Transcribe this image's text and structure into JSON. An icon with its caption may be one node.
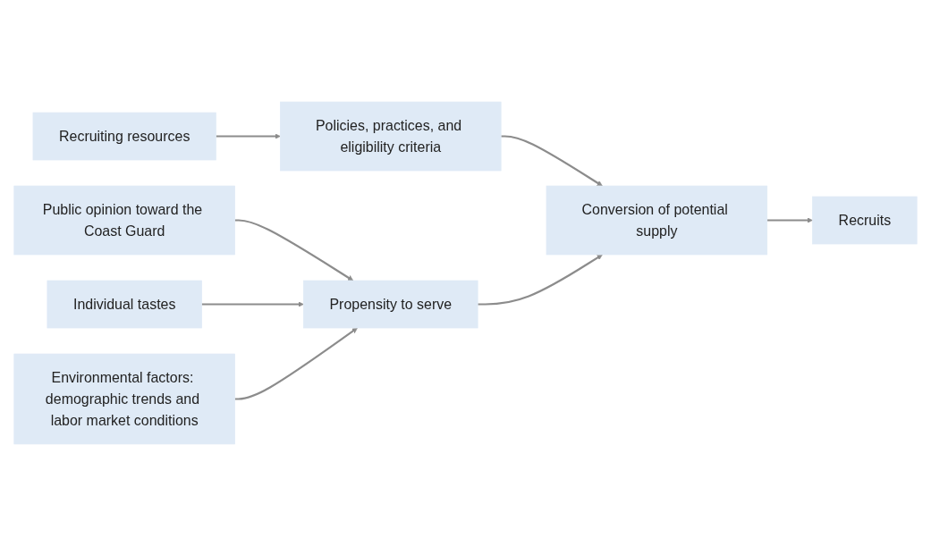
{
  "diagram": {
    "nodes": [
      {
        "text": [
          "Policies, practices, and eligibility criteria"
        ]
      },
      {
        "text": [
          "Recruiting resources"
        ]
      },
      {
        "text": [
          "Conversion of potential supply"
        ]
      },
      {
        "text": [
          "Recruits"
        ]
      },
      {
        "text": [
          "Public opinion toward the Coast Guard"
        ]
      },
      {
        "text": [
          "Propensity to serve"
        ]
      },
      {
        "text": [
          "Individual tastes"
        ]
      },
      {
        "text": [
          "Environmental factors: demographic trends and labor market conditions"
        ]
      }
    ],
    "edges": [
      {
        "from": 1,
        "to": 0,
        "arrow": "to"
      },
      {
        "from": 0,
        "to": 2,
        "arrow": "to"
      },
      {
        "from": 2,
        "to": 3,
        "arrow": "to"
      },
      {
        "from": 5,
        "to": 2,
        "arrow": "to"
      },
      {
        "from": 4,
        "to": 5,
        "arrow": "to"
      },
      {
        "from": 6,
        "to": 5,
        "arrow": "to"
      },
      {
        "from": 7,
        "to": 5,
        "arrow": "to"
      }
    ]
  }
}
